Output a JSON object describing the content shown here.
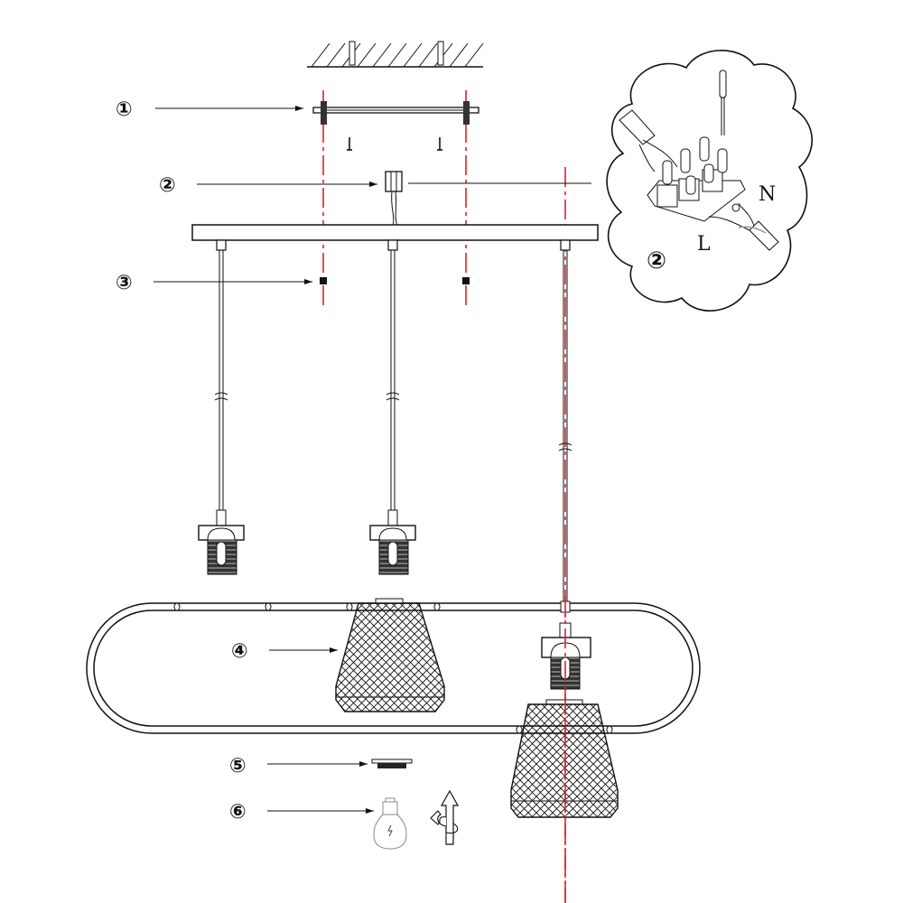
{
  "title": "Pendant lamp installation diagram",
  "callouts": [
    {
      "id": "1",
      "label": "①",
      "part": "mounting-bracket"
    },
    {
      "id": "2",
      "label": "②",
      "part": "terminal-block"
    },
    {
      "id": "3",
      "label": "③",
      "part": "screw-cap"
    },
    {
      "id": "4",
      "label": "④",
      "part": "mesh-shade"
    },
    {
      "id": "5",
      "label": "⑤",
      "part": "shade-ring"
    },
    {
      "id": "6",
      "label": "⑥",
      "part": "light-bulb"
    }
  ],
  "detail": {
    "callout": "②",
    "neutral_label": "N",
    "live_label": "L"
  },
  "colors": {
    "line": "#111111",
    "axis": "#e0212b",
    "background": "#ffffff"
  }
}
